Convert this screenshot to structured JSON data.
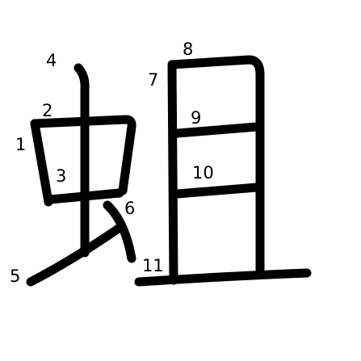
{
  "diagram": {
    "character": "蛆",
    "stroke_color": "#000000",
    "background_color": "#ffffff",
    "strokes": [
      {
        "order": "1",
        "label": "1"
      },
      {
        "order": "2",
        "label": "2"
      },
      {
        "order": "3",
        "label": "3"
      },
      {
        "order": "4",
        "label": "4"
      },
      {
        "order": "5",
        "label": "5"
      },
      {
        "order": "6",
        "label": "6"
      },
      {
        "order": "7",
        "label": "7"
      },
      {
        "order": "8",
        "label": "8"
      },
      {
        "order": "9",
        "label": "9"
      },
      {
        "order": "10",
        "label": "10"
      },
      {
        "order": "11",
        "label": "11"
      }
    ]
  }
}
